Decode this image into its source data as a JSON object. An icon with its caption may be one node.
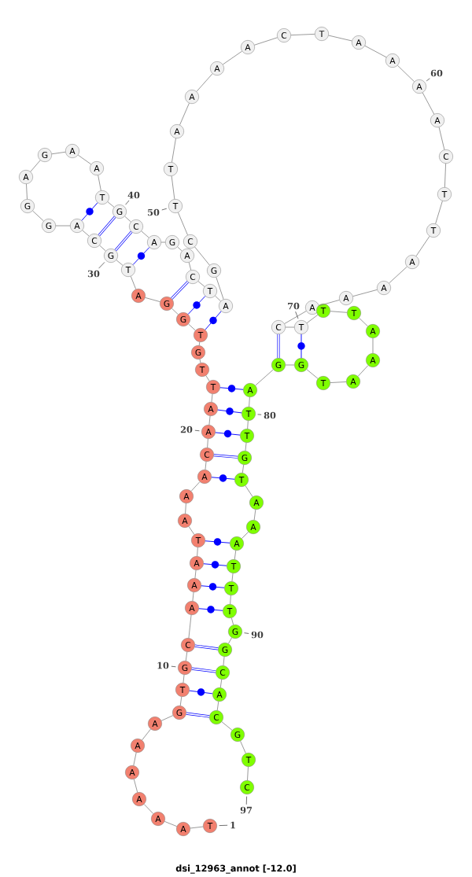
{
  "diagram": {
    "caption": "dsi_12963_annot [-12.0]",
    "nodes": [
      {
        "text": [
          "T"
        ]
      },
      {
        "text": [
          "A"
        ]
      },
      {
        "text": [
          "A"
        ]
      },
      {
        "text": [
          "A"
        ]
      },
      {
        "text": [
          "A"
        ]
      },
      {
        "text": [
          "A"
        ]
      },
      {
        "text": [
          "A"
        ]
      },
      {
        "text": [
          "G"
        ]
      },
      {
        "text": [
          "T"
        ]
      },
      {
        "text": [
          "G"
        ]
      },
      {
        "text": [
          "C"
        ]
      },
      {
        "text": [
          "A"
        ]
      },
      {
        "text": [
          "A"
        ]
      },
      {
        "text": [
          "A"
        ]
      },
      {
        "text": [
          "T"
        ]
      },
      {
        "text": [
          "A"
        ]
      },
      {
        "text": [
          "A"
        ]
      },
      {
        "text": [
          "A"
        ]
      },
      {
        "text": [
          "C"
        ]
      },
      {
        "text": [
          "A"
        ]
      },
      {
        "text": [
          "A"
        ]
      },
      {
        "text": [
          "T"
        ]
      },
      {
        "text": [
          "T"
        ]
      },
      {
        "text": [
          "G"
        ]
      },
      {
        "text": [
          "T"
        ]
      },
      {
        "text": [
          "G"
        ]
      },
      {
        "text": [
          "G"
        ]
      },
      {
        "text": [
          "A"
        ]
      },
      {
        "text": [
          "T"
        ]
      },
      {
        "text": [
          "G"
        ]
      },
      {
        "text": [
          "C"
        ]
      },
      {
        "text": [
          "A"
        ]
      },
      {
        "text": [
          "G"
        ]
      },
      {
        "text": [
          "G"
        ]
      },
      {
        "text": [
          "A"
        ]
      },
      {
        "text": [
          "G"
        ]
      },
      {
        "text": [
          "A"
        ]
      },
      {
        "text": [
          "A"
        ]
      },
      {
        "text": [
          "T"
        ]
      },
      {
        "text": [
          "G"
        ]
      },
      {
        "text": [
          "C"
        ]
      },
      {
        "text": [
          "A"
        ]
      },
      {
        "text": [
          "G"
        ]
      },
      {
        "text": [
          "A"
        ]
      },
      {
        "text": [
          "C"
        ]
      },
      {
        "text": [
          "T"
        ]
      },
      {
        "text": [
          "A"
        ]
      },
      {
        "text": [
          "G"
        ]
      },
      {
        "text": [
          "C"
        ]
      },
      {
        "text": [
          "T"
        ]
      },
      {
        "text": [
          "T"
        ]
      },
      {
        "text": [
          "A"
        ]
      },
      {
        "text": [
          "A"
        ]
      },
      {
        "text": [
          "A"
        ]
      },
      {
        "text": [
          "A"
        ]
      },
      {
        "text": [
          "C"
        ]
      },
      {
        "text": [
          "T"
        ]
      },
      {
        "text": [
          "A"
        ]
      },
      {
        "text": [
          "A"
        ]
      },
      {
        "text": [
          "A"
        ]
      },
      {
        "text": [
          "A"
        ]
      },
      {
        "text": [
          "C"
        ]
      },
      {
        "text": [
          "T"
        ]
      },
      {
        "text": [
          "T"
        ]
      },
      {
        "text": [
          "A"
        ]
      },
      {
        "text": [
          "A"
        ]
      },
      {
        "text": [
          "A"
        ]
      },
      {
        "text": [
          "A"
        ]
      },
      {
        "text": [
          "C"
        ]
      },
      {
        "text": [
          "T"
        ]
      },
      {
        "text": [
          "T"
        ]
      },
      {
        "text": [
          "T"
        ]
      },
      {
        "text": [
          "A"
        ]
      },
      {
        "text": [
          "A"
        ]
      },
      {
        "text": [
          "A"
        ]
      },
      {
        "text": [
          "T"
        ]
      },
      {
        "text": [
          "G"
        ]
      },
      {
        "text": [
          "G"
        ]
      },
      {
        "text": [
          "A"
        ]
      },
      {
        "text": [
          "T"
        ]
      },
      {
        "text": [
          "T"
        ]
      },
      {
        "text": [
          "G"
        ]
      },
      {
        "text": [
          "T"
        ]
      },
      {
        "text": [
          "A"
        ]
      },
      {
        "text": [
          "A"
        ]
      },
      {
        "text": [
          "A"
        ]
      },
      {
        "text": [
          "T"
        ]
      },
      {
        "text": [
          "T"
        ]
      },
      {
        "text": [
          "T"
        ]
      },
      {
        "text": [
          "G"
        ]
      },
      {
        "text": [
          "G"
        ]
      },
      {
        "text": [
          "C"
        ]
      },
      {
        "text": [
          "A"
        ]
      },
      {
        "text": [
          "C"
        ]
      },
      {
        "text": [
          "G"
        ]
      },
      {
        "text": [
          "T"
        ]
      },
      {
        "text": [
          "C"
        ]
      },
      {
        "text": [
          "1"
        ]
      },
      {
        "text": [
          "10"
        ]
      },
      {
        "text": [
          "20"
        ]
      },
      {
        "text": [
          "30"
        ]
      },
      {
        "text": [
          "40"
        ]
      },
      {
        "text": [
          "50"
        ]
      },
      {
        "text": [
          "60"
        ]
      },
      {
        "text": [
          "70"
        ]
      },
      {
        "text": [
          "80"
        ]
      },
      {
        "text": [
          "90"
        ]
      },
      {
        "text": [
          "97"
        ]
      }
    ],
    "edges": [
      {
        "from": 0,
        "to": 1,
        "arrow": "none"
      },
      {
        "from": 1,
        "to": 2,
        "arrow": "none"
      },
      {
        "from": 2,
        "to": 3,
        "arrow": "none"
      },
      {
        "from": 3,
        "to": 4,
        "arrow": "none"
      },
      {
        "from": 4,
        "to": 5,
        "arrow": "none"
      },
      {
        "from": 5,
        "to": 6,
        "arrow": "none"
      },
      {
        "from": 6,
        "to": 7,
        "arrow": "none"
      },
      {
        "from": 7,
        "to": 8,
        "arrow": "none"
      },
      {
        "from": 8,
        "to": 9,
        "arrow": "none"
      },
      {
        "from": 9,
        "to": 10,
        "arrow": "none"
      },
      {
        "from": 10,
        "to": 11,
        "arrow": "none"
      },
      {
        "from": 11,
        "to": 12,
        "arrow": "none"
      },
      {
        "from": 12,
        "to": 13,
        "arrow": "none"
      },
      {
        "from": 13,
        "to": 14,
        "arrow": "none"
      },
      {
        "from": 14,
        "to": 15,
        "arrow": "none"
      },
      {
        "from": 15,
        "to": 16,
        "arrow": "none"
      },
      {
        "from": 16,
        "to": 17,
        "arrow": "none"
      },
      {
        "from": 17,
        "to": 18,
        "arrow": "none"
      },
      {
        "from": 18,
        "to": 19,
        "arrow": "none"
      },
      {
        "from": 19,
        "to": 20,
        "arrow": "none"
      },
      {
        "from": 20,
        "to": 21,
        "arrow": "none"
      },
      {
        "from": 21,
        "to": 22,
        "arrow": "none"
      },
      {
        "from": 22,
        "to": 23,
        "arrow": "none"
      },
      {
        "from": 23,
        "to": 24,
        "arrow": "none"
      },
      {
        "from": 24,
        "to": 25,
        "arrow": "none"
      },
      {
        "from": 25,
        "to": 26,
        "arrow": "none"
      },
      {
        "from": 26,
        "to": 27,
        "arrow": "none"
      },
      {
        "from": 27,
        "to": 28,
        "arrow": "none"
      },
      {
        "from": 28,
        "to": 29,
        "arrow": "none"
      },
      {
        "from": 29,
        "to": 30,
        "arrow": "none"
      },
      {
        "from": 30,
        "to": 31,
        "arrow": "none"
      },
      {
        "from": 31,
        "to": 32,
        "arrow": "none"
      },
      {
        "from": 32,
        "to": 33,
        "arrow": "none"
      },
      {
        "from": 33,
        "to": 34,
        "arrow": "none"
      },
      {
        "from": 34,
        "to": 35,
        "arrow": "none"
      },
      {
        "from": 35,
        "to": 36,
        "arrow": "none"
      },
      {
        "from": 36,
        "to": 37,
        "arrow": "none"
      },
      {
        "from": 37,
        "to": 38,
        "arrow": "none"
      },
      {
        "from": 38,
        "to": 39,
        "arrow": "none"
      },
      {
        "from": 39,
        "to": 40,
        "arrow": "none"
      },
      {
        "from": 40,
        "to": 41,
        "arrow": "none"
      },
      {
        "from": 41,
        "to": 42,
        "arrow": "none"
      },
      {
        "from": 42,
        "to": 43,
        "arrow": "none"
      },
      {
        "from": 43,
        "to": 44,
        "arrow": "none"
      },
      {
        "from": 44,
        "to": 45,
        "arrow": "none"
      },
      {
        "from": 45,
        "to": 46,
        "arrow": "none"
      },
      {
        "from": 46,
        "to": 47,
        "arrow": "none"
      },
      {
        "from": 47,
        "to": 48,
        "arrow": "none"
      },
      {
        "from": 48,
        "to": 49,
        "arrow": "none"
      },
      {
        "from": 49,
        "to": 50,
        "arrow": "none"
      },
      {
        "from": 50,
        "to": 51,
        "arrow": "none"
      },
      {
        "from": 51,
        "to": 52,
        "arrow": "none"
      },
      {
        "from": 52,
        "to": 53,
        "arrow": "none"
      },
      {
        "from": 53,
        "to": 54,
        "arrow": "none"
      },
      {
        "from": 54,
        "to": 55,
        "arrow": "none"
      },
      {
        "from": 55,
        "to": 56,
        "arrow": "none"
      },
      {
        "from": 56,
        "to": 57,
        "arrow": "none"
      },
      {
        "from": 57,
        "to": 58,
        "arrow": "none"
      },
      {
        "from": 58,
        "to": 59,
        "arrow": "none"
      },
      {
        "from": 59,
        "to": 60,
        "arrow": "none"
      },
      {
        "from": 60,
        "to": 61,
        "arrow": "none"
      },
      {
        "from": 61,
        "to": 62,
        "arrow": "none"
      },
      {
        "from": 62,
        "to": 63,
        "arrow": "none"
      },
      {
        "from": 63,
        "to": 64,
        "arrow": "none"
      },
      {
        "from": 64,
        "to": 65,
        "arrow": "none"
      },
      {
        "from": 65,
        "to": 66,
        "arrow": "none"
      },
      {
        "from": 66,
        "to": 67,
        "arrow": "none"
      },
      {
        "from": 67,
        "to": 68,
        "arrow": "none"
      },
      {
        "from": 68,
        "to": 69,
        "arrow": "none"
      },
      {
        "from": 69,
        "to": 70,
        "arrow": "none"
      },
      {
        "from": 70,
        "to": 71,
        "arrow": "none"
      },
      {
        "from": 71,
        "to": 72,
        "arrow": "none"
      },
      {
        "from": 72,
        "to": 73,
        "arrow": "none"
      },
      {
        "from": 73,
        "to": 74,
        "arrow": "none"
      },
      {
        "from": 74,
        "to": 75,
        "arrow": "none"
      },
      {
        "from": 75,
        "to": 76,
        "arrow": "none"
      },
      {
        "from": 76,
        "to": 77,
        "arrow": "none"
      },
      {
        "from": 77,
        "to": 78,
        "arrow": "none"
      },
      {
        "from": 78,
        "to": 79,
        "arrow": "none"
      },
      {
        "from": 79,
        "to": 80,
        "arrow": "none"
      },
      {
        "from": 80,
        "to": 81,
        "arrow": "none"
      },
      {
        "from": 81,
        "to": 82,
        "arrow": "none"
      },
      {
        "from": 82,
        "to": 83,
        "arrow": "none"
      },
      {
        "from": 83,
        "to": 84,
        "arrow": "none"
      },
      {
        "from": 84,
        "to": 85,
        "arrow": "none"
      },
      {
        "from": 85,
        "to": 86,
        "arrow": "none"
      },
      {
        "from": 86,
        "to": 87,
        "arrow": "none"
      },
      {
        "from": 87,
        "to": 88,
        "arrow": "none"
      },
      {
        "from": 88,
        "to": 89,
        "arrow": "none"
      },
      {
        "from": 89,
        "to": 90,
        "arrow": "none"
      },
      {
        "from": 90,
        "to": 91,
        "arrow": "none"
      },
      {
        "from": 91,
        "to": 92,
        "arrow": "none"
      },
      {
        "from": 92,
        "to": 93,
        "arrow": "none"
      },
      {
        "from": 93,
        "to": 94,
        "arrow": "none"
      },
      {
        "from": 94,
        "to": 95,
        "arrow": "none"
      },
      {
        "from": 95,
        "to": 96,
        "arrow": "none"
      },
      {
        "from": 7,
        "to": 93,
        "arrow": "none",
        "color": "#0000ff",
        "style": "thick"
      },
      {
        "from": 8,
        "to": 92,
        "arrow": "none",
        "color": "#0000ff"
      },
      {
        "from": 9,
        "to": 91,
        "arrow": "none",
        "color": "#0000ff",
        "style": "thick"
      },
      {
        "from": 10,
        "to": 90,
        "arrow": "none",
        "color": "#0000ff",
        "style": "thick"
      },
      {
        "from": 11,
        "to": 88,
        "arrow": "none",
        "color": "#0000ff"
      },
      {
        "from": 12,
        "to": 87,
        "arrow": "none",
        "color": "#0000ff"
      },
      {
        "from": 13,
        "to": 86,
        "arrow": "none",
        "color": "#0000ff"
      },
      {
        "from": 14,
        "to": 85,
        "arrow": "none",
        "color": "#0000ff"
      },
      {
        "from": 17,
        "to": 82,
        "arrow": "none",
        "color": "#0000ff"
      },
      {
        "from": 18,
        "to": 81,
        "arrow": "none",
        "color": "#0000ff",
        "style": "thick"
      },
      {
        "from": 19,
        "to": 80,
        "arrow": "none",
        "color": "#0000ff"
      },
      {
        "from": 20,
        "to": 79,
        "arrow": "none",
        "color": "#0000ff"
      },
      {
        "from": 21,
        "to": 78,
        "arrow": "none",
        "color": "#0000ff"
      },
      {
        "from": 24,
        "to": 46,
        "arrow": "none",
        "color": "#0000ff"
      },
      {
        "from": 25,
        "to": 45,
        "arrow": "none",
        "color": "#0000ff"
      },
      {
        "from": 26,
        "to": 44,
        "arrow": "none",
        "color": "#0000ff",
        "style": "thick"
      },
      {
        "from": 28,
        "to": 41,
        "arrow": "none",
        "color": "#0000ff"
      },
      {
        "from": 29,
        "to": 40,
        "arrow": "none",
        "color": "#0000ff",
        "style": "thick"
      },
      {
        "from": 30,
        "to": 39,
        "arrow": "none",
        "color": "#0000ff",
        "style": "thick"
      },
      {
        "from": 31,
        "to": 38,
        "arrow": "none",
        "color": "#0000ff"
      },
      {
        "from": 68,
        "to": 77,
        "arrow": "none",
        "color": "#0000ff",
        "style": "thick"
      },
      {
        "from": 69,
        "to": 76,
        "arrow": "none",
        "color": "#0000ff"
      },
      {
        "from": 97,
        "to": 0,
        "arrow": "none"
      },
      {
        "from": 98,
        "to": 9,
        "arrow": "none"
      },
      {
        "from": 99,
        "to": 19,
        "arrow": "none"
      },
      {
        "from": 100,
        "to": 29,
        "arrow": "none"
      },
      {
        "from": 101,
        "to": 39,
        "arrow": "none"
      },
      {
        "from": 102,
        "to": 49,
        "arrow": "none"
      },
      {
        "from": 103,
        "to": 59,
        "arrow": "none"
      },
      {
        "from": 104,
        "to": 69,
        "arrow": "none"
      },
      {
        "from": 105,
        "to": 79,
        "arrow": "none"
      },
      {
        "from": 106,
        "to": 89,
        "arrow": "none"
      },
      {
        "from": 107,
        "to": 96,
        "arrow": "none"
      }
    ]
  }
}
